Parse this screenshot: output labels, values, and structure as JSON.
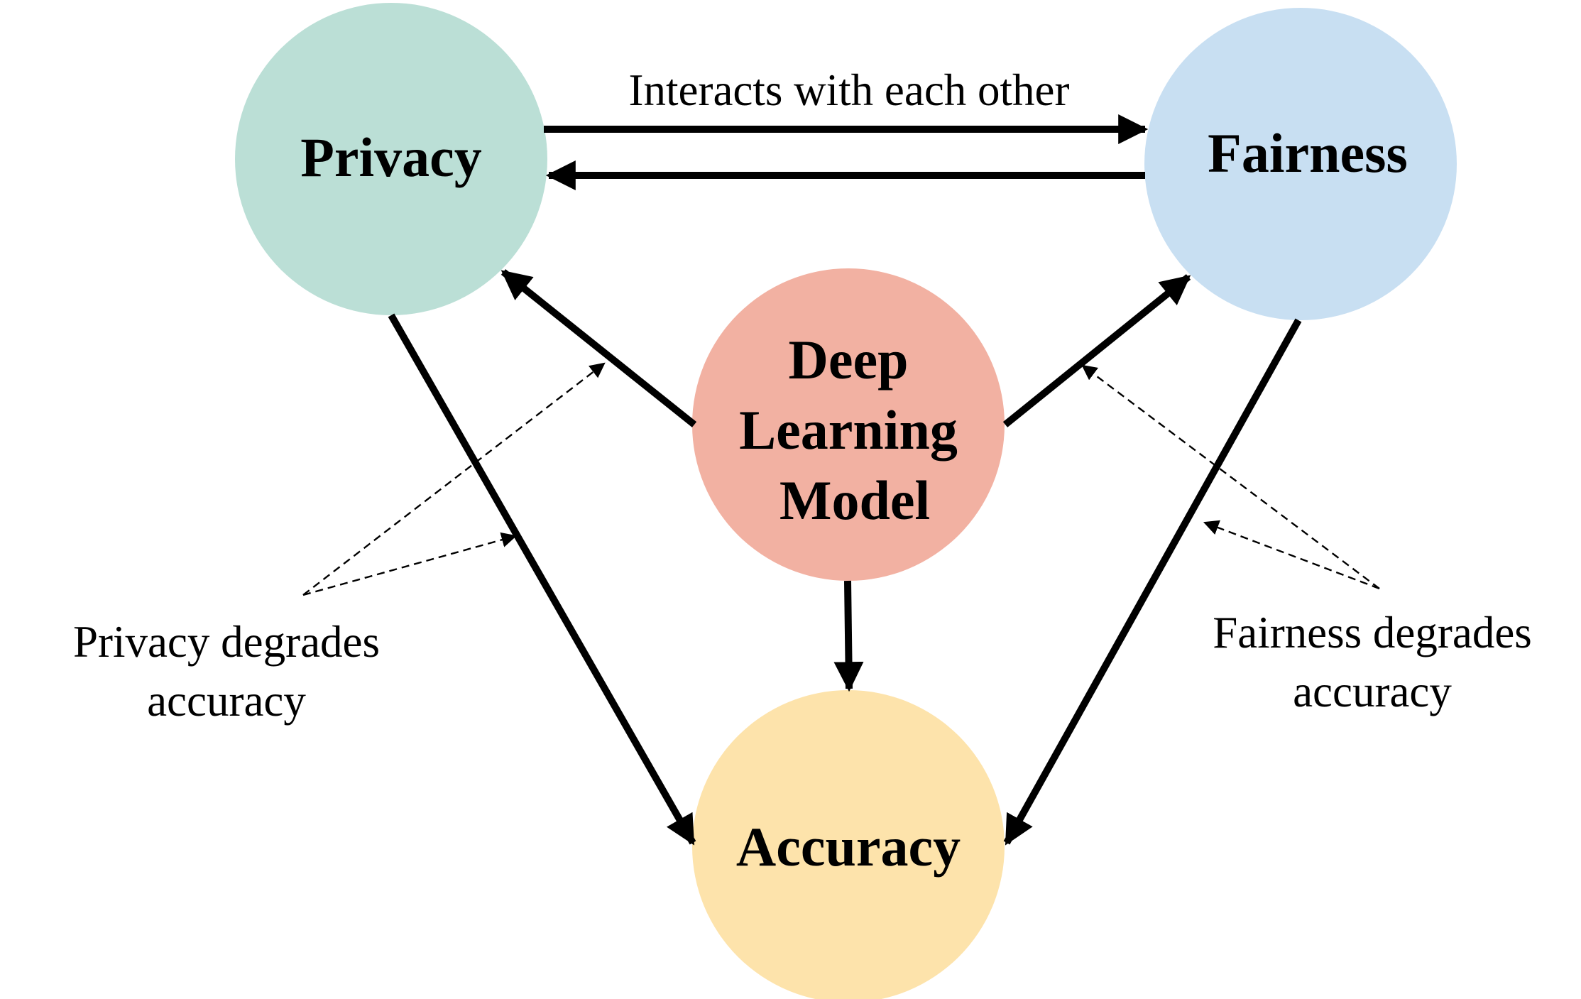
{
  "nodes": {
    "privacy": {
      "label": "Privacy",
      "color": "#bbdfd6"
    },
    "fairness": {
      "label": "Fairness",
      "color": "#c8dff2"
    },
    "model": {
      "lines": [
        "Deep",
        "Learning",
        "Model"
      ],
      "color": "#f2b1a2"
    },
    "accuracy": {
      "label": "Accuracy",
      "color": "#fde3ab"
    }
  },
  "edges": {
    "interact_label": "Interacts with each other"
  },
  "annotations": {
    "privacy_note": [
      "Privacy degrades",
      "accuracy"
    ],
    "fairness_note": [
      "Fairness degrades",
      "accuracy"
    ]
  },
  "colors": {
    "arrow": "#000000",
    "background": "#ffffff"
  }
}
